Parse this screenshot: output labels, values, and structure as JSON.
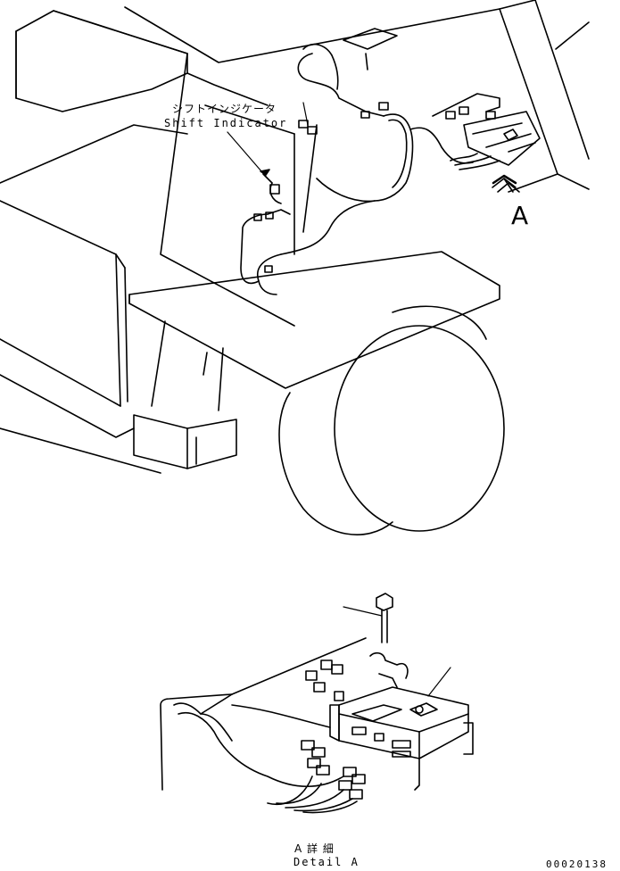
{
  "labels": {
    "shift_indicator_jp": "シフトインジケータ",
    "shift_indicator_en": "Shift Indicator",
    "view_marker": "A",
    "detail_jp": "A 詳 細",
    "detail_en": "Detail A",
    "drawing_number": "00020138"
  },
  "colors": {
    "line": "#000000",
    "background": "#ffffff"
  }
}
